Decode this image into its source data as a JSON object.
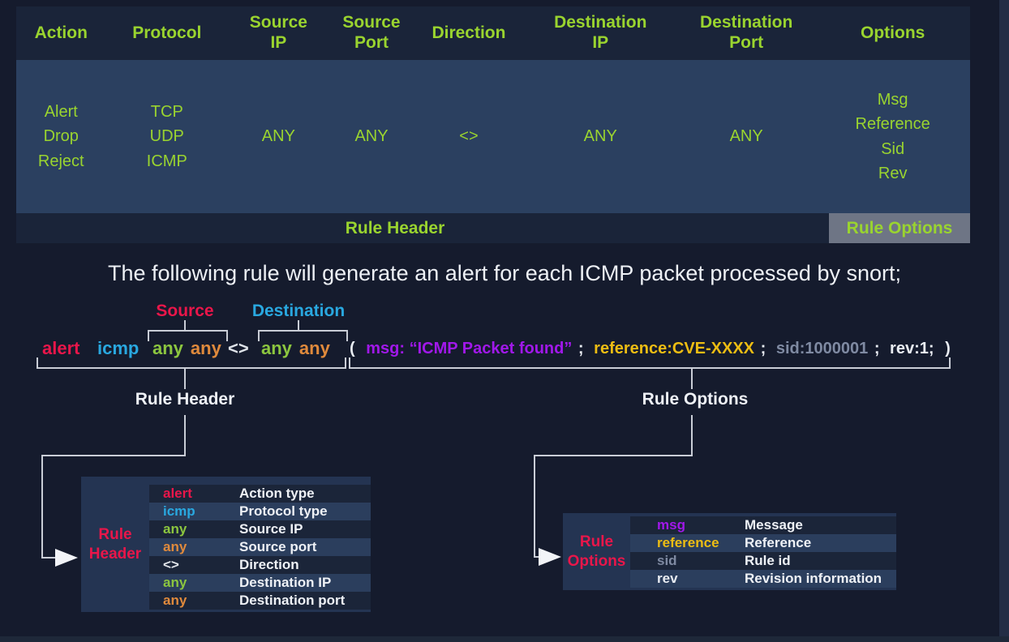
{
  "palette": {
    "background": "#151b2d",
    "green": "#9ad42f",
    "white": "#eef1f6",
    "red": "#e9164a",
    "blue": "#29a8e0",
    "orange": "#e08a3c",
    "lime": "#8cc63f",
    "purple": "#a118ea",
    "gold": "#edbd13",
    "slate": "#7f8aa2",
    "table_header_bg": "#1a2439",
    "table_body_bg": "#2b4060",
    "options_box_bg": "#6e7585",
    "connector_line": "#c9cdd6"
  },
  "top_table": {
    "columns": [
      {
        "header_lines": [
          "Action"
        ],
        "values": [
          "Alert",
          "Drop",
          "Reject"
        ]
      },
      {
        "header_lines": [
          "Protocol"
        ],
        "values": [
          "TCP",
          "UDP",
          "ICMP"
        ]
      },
      {
        "header_lines": [
          "Source",
          "IP"
        ],
        "values": [
          "ANY"
        ]
      },
      {
        "header_lines": [
          "Source",
          "Port"
        ],
        "values": [
          "ANY"
        ]
      },
      {
        "header_lines": [
          "Direction"
        ],
        "values": [
          "<>"
        ]
      },
      {
        "header_lines": [
          "Destination",
          "IP"
        ],
        "values": [
          "ANY"
        ]
      },
      {
        "header_lines": [
          "Destination",
          "Port"
        ],
        "values": [
          "ANY"
        ]
      },
      {
        "header_lines": [
          "Options"
        ],
        "values": [
          "Msg",
          "Reference",
          "Sid",
          "Rev"
        ]
      }
    ],
    "footer": {
      "rule_header_label": "Rule Header",
      "rule_options_label": "Rule Options"
    }
  },
  "caption": "The following rule will generate an alert for each ICMP packet processed by snort;",
  "annotation": {
    "source_label": "Source",
    "destination_label": "Destination",
    "rule_header_label": "Rule Header",
    "rule_options_label": "Rule Options",
    "rule": {
      "action": "alert",
      "protocol": "icmp",
      "source_ip": "any",
      "source_port": "any",
      "direction": "<>",
      "destination_ip": "any",
      "destination_port": "any",
      "open_paren": "(",
      "msg": "msg: “ICMP Packet found”",
      "semicolon": ";",
      "reference": "reference:CVE-XXXX",
      "sid": "sid:1000001",
      "rev": "rev:1;",
      "close_paren": ")"
    }
  },
  "rule_header_table": {
    "title_lines": [
      "Rule",
      "Header"
    ],
    "rows": [
      {
        "key": "alert",
        "desc": "Action type"
      },
      {
        "key": "icmp",
        "desc": "Protocol type"
      },
      {
        "key": "any",
        "desc": "Source IP"
      },
      {
        "key": "any",
        "desc": "Source port"
      },
      {
        "key": "<>",
        "desc": "Direction"
      },
      {
        "key": "any",
        "desc": "Destination IP"
      },
      {
        "key": "any",
        "desc": "Destination port"
      }
    ]
  },
  "rule_options_table": {
    "title_lines": [
      "Rule",
      "Options"
    ],
    "rows": [
      {
        "key": "msg",
        "desc": "Message"
      },
      {
        "key": "reference",
        "desc": "Reference"
      },
      {
        "key": "sid",
        "desc": "Rule id"
      },
      {
        "key": "rev",
        "desc": "Revision information"
      }
    ]
  }
}
